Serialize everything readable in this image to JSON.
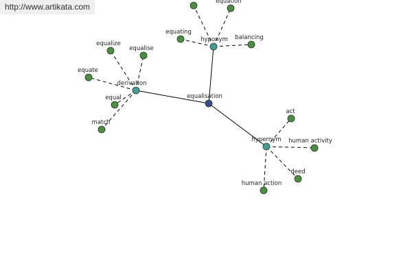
{
  "watermark": "http://www.artikata.com",
  "colors": {
    "center": "#3b4a8c",
    "relation": "#4a9a96",
    "leaf": "#4f8c44"
  },
  "graph": {
    "center": "equalisation",
    "relations": [
      {
        "name": "derivation",
        "terms": [
          "equalize",
          "equalise",
          "equate",
          "equal",
          "match"
        ]
      },
      {
        "name": "hyponym",
        "terms": [
          "equation",
          "equating",
          "balancing"
        ]
      },
      {
        "name": "hypernym",
        "terms": [
          "act",
          "human activity",
          "deed",
          "human action"
        ]
      }
    ]
  }
}
